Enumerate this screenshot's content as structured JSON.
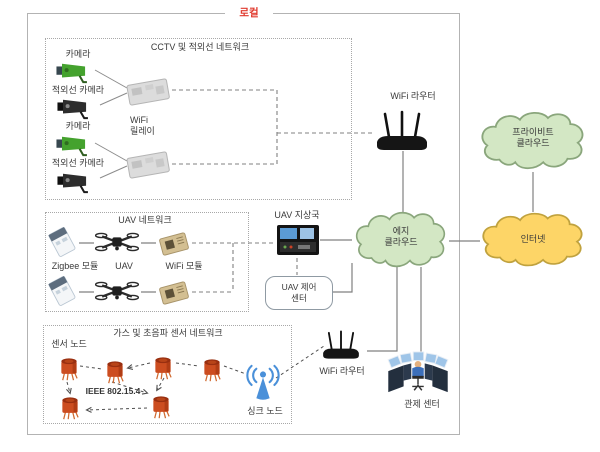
{
  "labels": {
    "local": "로컬"
  },
  "cctv": {
    "title": "CCTV 및 적외선 네트워크",
    "camera_label": "카메라",
    "ir_camera_label": "적외선 카메라",
    "relay_line1": "WiFi",
    "relay_line2": "릴레이"
  },
  "uav": {
    "title": "UAV 네트워크",
    "zigbee_label": "Zigbee 모듈",
    "uav_label": "UAV",
    "wifi_module_label": "WiFi 모듈",
    "ground_station_label": "UAV 지상국",
    "control_line1": "UAV 제어",
    "control_line2": "센터"
  },
  "sensor": {
    "title": "가스 및 초음파 센서 네트워크",
    "node_label": "센서 노드",
    "protocol_label": "IEEE 802.15.4",
    "sink_label": "싱크 노드"
  },
  "network": {
    "router_top_label": "WiFi 라우터",
    "router_bottom_label": "WiFi 라우터",
    "edge_cloud_line1": "에지",
    "edge_cloud_line2": "클라우드",
    "internet_label": "인터넷",
    "private_cloud_line1": "프라이비트",
    "private_cloud_line2": "클라우드",
    "control_center_label": "관제 센터"
  },
  "colors": {
    "local_label": "#e03b2f",
    "cloud_green_fill": "#d3e7c4",
    "cloud_green_stroke": "#8aa67c",
    "cloud_yellow_fill": "#fdd567",
    "cloud_yellow_stroke": "#c0a23e",
    "line_gray": "#808080",
    "sensor_red": "#cc4d20",
    "sink_blue": "#4a90d9",
    "camera_green": "#44a22e"
  }
}
